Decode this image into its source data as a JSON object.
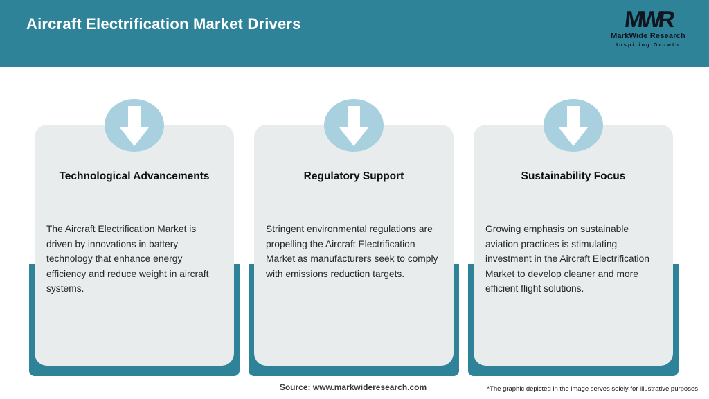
{
  "header": {
    "title": "Aircraft Electrification Market Drivers",
    "logo": {
      "monogram": "MWR",
      "name": "MarkWide Research",
      "tagline": "Inspiring Growth"
    }
  },
  "cards": [
    {
      "title": "Technological Advancements",
      "body": "The Aircraft Electrification Market is driven by innovations in battery technology that enhance energy efficiency and reduce weight in aircraft systems.",
      "icon": "down-arrow-icon"
    },
    {
      "title": "Regulatory Support",
      "body": "Stringent environmental regulations are propelling the Aircraft Electrification Market as manufacturers seek to comply with emissions reduction targets.",
      "icon": "down-arrow-icon"
    },
    {
      "title": "Sustainability Focus",
      "body": "Growing emphasis on sustainable aviation practices is stimulating investment in the Aircraft Electrification Market to develop cleaner and more efficient flight solutions.",
      "icon": "down-arrow-icon"
    }
  ],
  "footer": {
    "source": "Source: www.markwideresearch.com",
    "disclaimer": "*The graphic depicted in the image serves solely for illustrative purposes"
  },
  "colors": {
    "teal": "#2E8399",
    "card_bg": "#E8ECEC",
    "icon_circle_blue": "#A8D0DF",
    "arrow_white": "#FFFFFF",
    "logo_dark": "#10151F",
    "title_white": "#FFFFFF",
    "body_text": "#262626"
  }
}
